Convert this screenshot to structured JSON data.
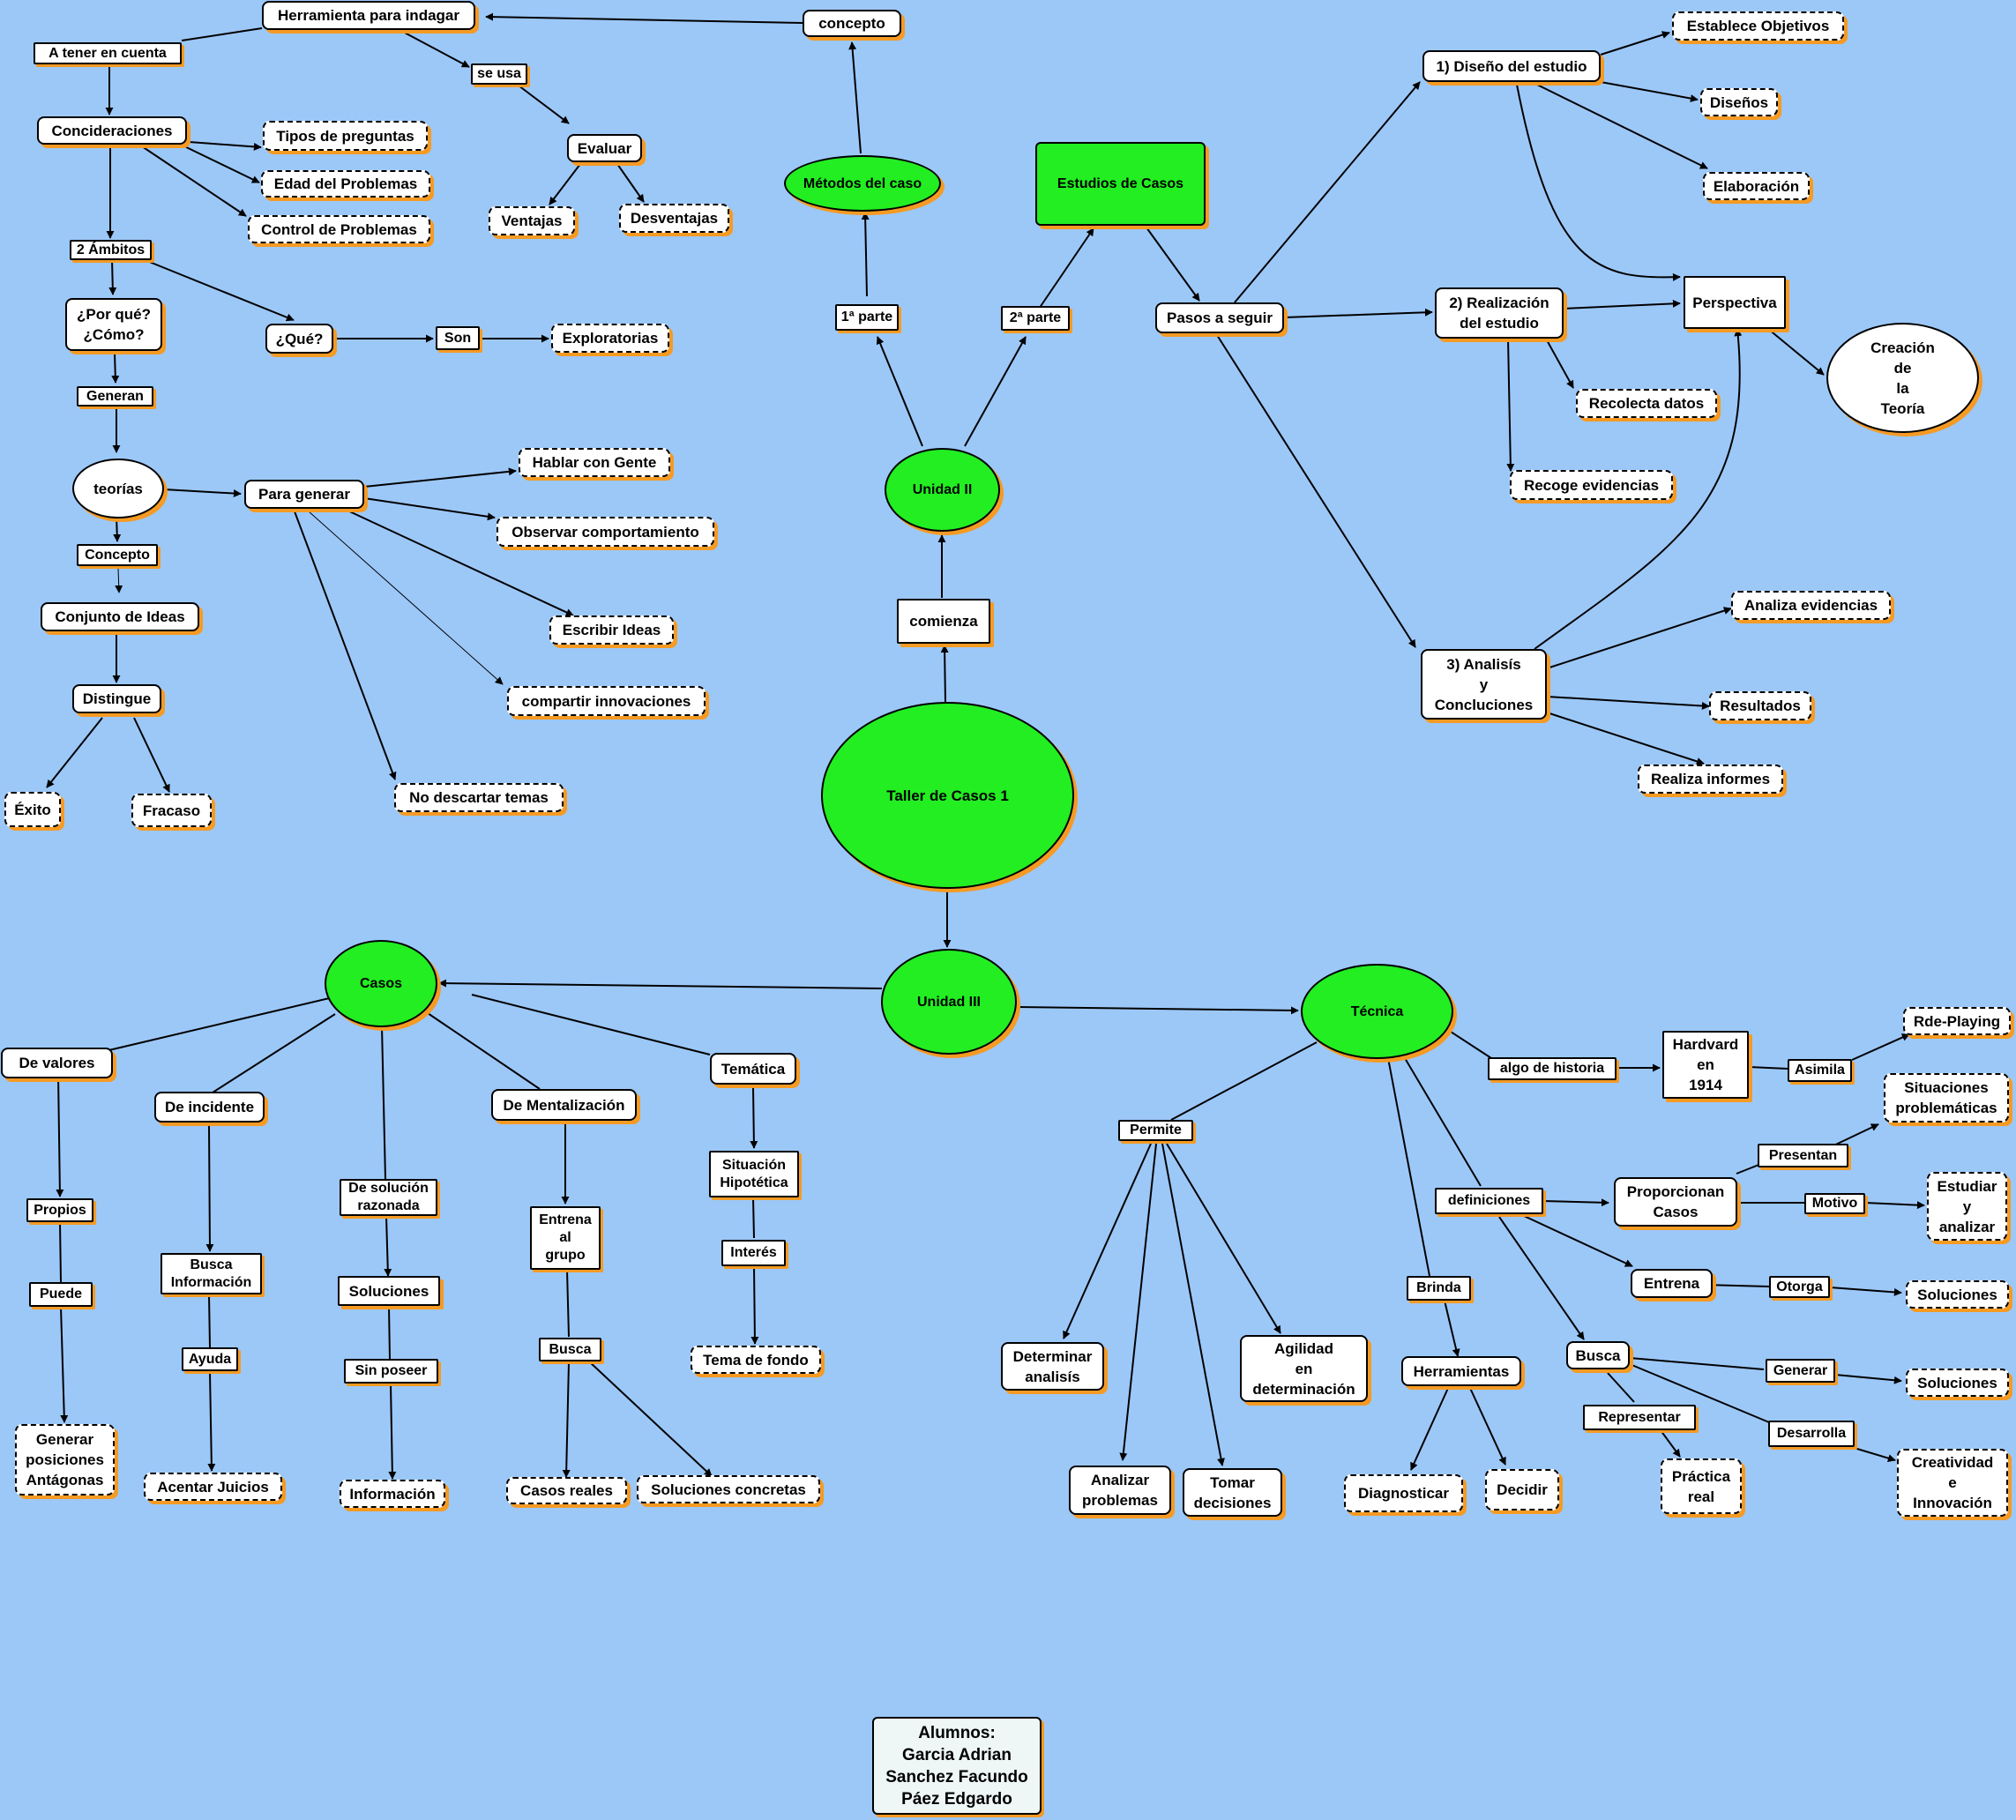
{
  "nodes": {
    "herramienta": "Herramienta para indagar",
    "concepto_top": "concepto",
    "a_tener": "A tener en cuenta",
    "se_usa": "se usa",
    "consideraciones": "Concideraciones",
    "tipos_preguntas": "Tipos de preguntas",
    "edad_problemas": "Edad del Problemas",
    "control_problemas": "Control de Problemas",
    "evaluar": "Evaluar",
    "ventajas": "Ventajas",
    "desventajas": "Desventajas",
    "metodos_caso": "Métodos del caso",
    "estudios_casos": "Estudios de Casos",
    "diseno": "1) Diseño del estudio",
    "establece_objetivos": "Establece Objetivos",
    "disenos": "Diseños",
    "elaboracion": "Elaboración",
    "dos_ambitos": "2 Ámbitos",
    "por_que": "¿Por qué?\n¿Cómo?",
    "que": "¿Qué?",
    "son": "Son",
    "exploratorias": "Exploratorias",
    "primera_parte": "1ª parte",
    "segunda_parte": "2ª parte",
    "pasos": "Pasos a seguir",
    "realizacion": "2) Realización\ndel estudio",
    "perspectiva": "Perspectiva",
    "creacion": "Creación\nde\nla\nTeoría",
    "generan": "Generan",
    "recolecta": "Recolecta datos",
    "teorias": "teorías",
    "para_generar": "Para generar",
    "hablar": "Hablar con Gente",
    "observar": "Observar comportamiento",
    "recoge": "Recoge evidencias",
    "unidad_ii": "Unidad II",
    "concepto": "Concepto",
    "conjunto": "Conjunto de Ideas",
    "escribir": "Escribir Ideas",
    "comienza": "comienza",
    "analiza_evid": "Analiza evidencias",
    "analisis": "3) Analisís\ny\nConcluciones",
    "distingue": "Distingue",
    "compartir": "compartir innovaciones",
    "resultados": "Resultados",
    "realiza_informes": "Realiza informes",
    "exito": "Éxito",
    "fracaso": "Fracaso",
    "no_descartar": "No descartar temas",
    "taller": "Taller de Casos 1",
    "unidad_iii": "Unidad III",
    "casos": "Casos",
    "tecnica": "Técnica",
    "de_valores": "De valores",
    "de_incidente": "De incidente",
    "de_mentalizacion": "De Mentalización",
    "tematica": "Temática",
    "algo_historia": "algo de historia",
    "hardvard": "Hardvard\nen\n1914",
    "asimila": "Asimila",
    "rde_playing": "Rde-Playing",
    "situaciones_prob": "Situaciones\nproblemáticas",
    "permite": "Permite",
    "de_solucion": "De solución\nrazonada",
    "situacion_hip": "Situación\nHipotética",
    "presentan": "Presentan",
    "propios": "Propios",
    "entrena_grupo": "Entrena\nal\ngrupo",
    "definiciones": "definiciones",
    "proporcionan": "Proporcionan\nCasos",
    "motivo": "Motivo",
    "estudiar": "Estudiar\ny\nanalizar",
    "busca_info": "Busca\nInformación",
    "interes": "Interés",
    "brinda": "Brinda",
    "soluciones_mid": "Soluciones",
    "entrena": "Entrena",
    "otorga": "Otorga",
    "soluciones_r1": "Soluciones",
    "puede": "Puede",
    "agilidad": "Agilidad\nen\ndeterminación",
    "busca_left": "Busca",
    "determinar": "Determinar\nanalisís",
    "ayuda": "Ayuda",
    "tema_fondo": "Tema de fondo",
    "busca_right": "Busca",
    "herramientas": "Herramientas",
    "generar": "Generar",
    "soluciones_r2": "Soluciones",
    "sin_poseer": "Sin poseer",
    "representar": "Representar",
    "desarrolla": "Desarrolla",
    "generar_pos": "Generar\nposiciones\nAntágonas",
    "creatividad": "Creatividad\ne\nInnovación",
    "analizar": "Analizar\nproblemas",
    "tomar": "Tomar\ndecisiones",
    "practica": "Práctica\nreal",
    "acentar": "Acentar Juicios",
    "diagnosticar": "Diagnosticar",
    "decidir": "Decidir",
    "casos_reales": "Casos reales",
    "soluciones_concretas": "Soluciones concretas",
    "informacion": "Información",
    "alumnos": "Alumnos:\nGarcia Adrian\nSanchez Facundo\nPáez Edgardo"
  },
  "colors": {
    "background": "#9cc8f8",
    "concept_fill": "#22ee22",
    "shadow": "#f59a23",
    "box_fill": "#ffffff",
    "line": "#000000"
  }
}
